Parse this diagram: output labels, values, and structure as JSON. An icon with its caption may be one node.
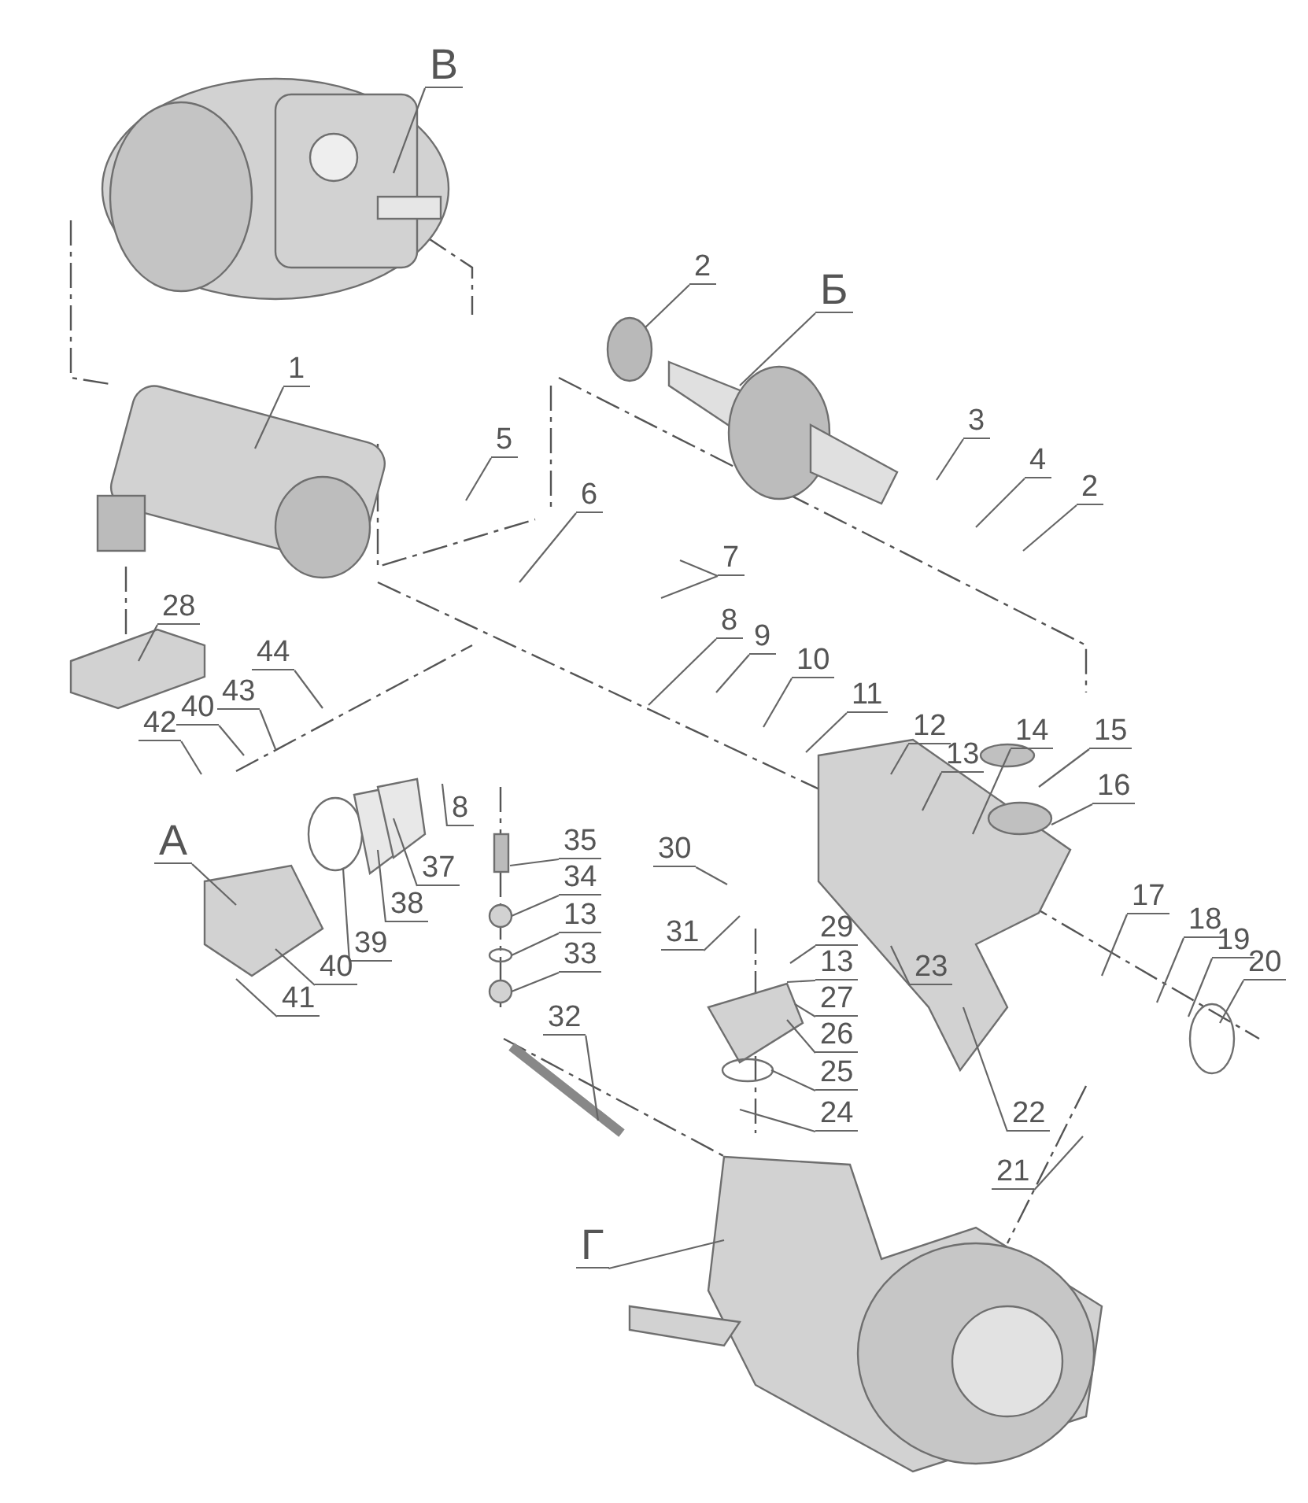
{
  "diagram": {
    "nodes": [
      {
        "text": [
          "В"
        ]
      },
      {
        "text": [
          "2"
        ]
      },
      {
        "text": [
          "Б"
        ]
      },
      {
        "text": [
          "1"
        ]
      },
      {
        "text": [
          "5"
        ]
      },
      {
        "text": [
          "6"
        ]
      },
      {
        "text": [
          "3"
        ]
      },
      {
        "text": [
          "4"
        ]
      },
      {
        "text": [
          "2"
        ]
      },
      {
        "text": [
          "7"
        ]
      },
      {
        "text": [
          "28"
        ]
      },
      {
        "text": [
          "8"
        ]
      },
      {
        "text": [
          "9"
        ]
      },
      {
        "text": [
          "10"
        ]
      },
      {
        "text": [
          "44"
        ]
      },
      {
        "text": [
          "43"
        ]
      },
      {
        "text": [
          "40"
        ]
      },
      {
        "text": [
          "42"
        ]
      },
      {
        "text": [
          "11"
        ]
      },
      {
        "text": [
          "12"
        ]
      },
      {
        "text": [
          "13"
        ]
      },
      {
        "text": [
          "14"
        ]
      },
      {
        "text": [
          "15"
        ]
      },
      {
        "text": [
          "16"
        ]
      },
      {
        "text": [
          "А"
        ]
      },
      {
        "text": [
          "30"
        ]
      },
      {
        "text": [
          "35"
        ]
      },
      {
        "text": [
          "8"
        ]
      },
      {
        "text": [
          "37"
        ]
      },
      {
        "text": [
          "38"
        ]
      },
      {
        "text": [
          "39"
        ]
      },
      {
        "text": [
          "40"
        ]
      },
      {
        "text": [
          "41"
        ]
      },
      {
        "text": [
          "34"
        ]
      },
      {
        "text": [
          "13"
        ]
      },
      {
        "text": [
          "33"
        ]
      },
      {
        "text": [
          "31"
        ]
      },
      {
        "text": [
          "29"
        ]
      },
      {
        "text": [
          "13"
        ]
      },
      {
        "text": [
          "27"
        ]
      },
      {
        "text": [
          "26"
        ]
      },
      {
        "text": [
          "25"
        ]
      },
      {
        "text": [
          "24"
        ]
      },
      {
        "text": [
          "23"
        ]
      },
      {
        "text": [
          "17"
        ]
      },
      {
        "text": [
          "18"
        ]
      },
      {
        "text": [
          "19"
        ]
      },
      {
        "text": [
          "20"
        ]
      },
      {
        "text": [
          "22"
        ]
      },
      {
        "text": [
          "21"
        ]
      },
      {
        "text": [
          "32"
        ]
      },
      {
        "text": [
          "Г"
        ]
      }
    ],
    "edges": [
      {
        "from": 0,
        "to": null,
        "arrow": "none"
      },
      {
        "from": 1,
        "to": null,
        "arrow": "none"
      },
      {
        "from": 2,
        "to": null,
        "arrow": "none"
      },
      {
        "from": 3,
        "to": null,
        "arrow": "none"
      },
      {
        "from": 4,
        "to": null,
        "arrow": "none"
      },
      {
        "from": 5,
        "to": null,
        "arrow": "none"
      },
      {
        "from": 6,
        "to": null,
        "arrow": "none"
      },
      {
        "from": 7,
        "to": null,
        "arrow": "none"
      },
      {
        "from": 8,
        "to": null,
        "arrow": "none"
      },
      {
        "from": 9,
        "to": null,
        "arrow": "none"
      },
      {
        "from": 9,
        "to": null,
        "arrow": "none"
      },
      {
        "from": 10,
        "to": null,
        "arrow": "none"
      },
      {
        "from": 11,
        "to": null,
        "arrow": "none"
      },
      {
        "from": 12,
        "to": null,
        "arrow": "none"
      },
      {
        "from": 13,
        "to": null,
        "arrow": "none"
      },
      {
        "from": 14,
        "to": null,
        "arrow": "none"
      },
      {
        "from": 15,
        "to": null,
        "arrow": "none"
      },
      {
        "from": 16,
        "to": null,
        "arrow": "none"
      },
      {
        "from": 17,
        "to": null,
        "arrow": "none"
      },
      {
        "from": 18,
        "to": null,
        "arrow": "none"
      },
      {
        "from": 19,
        "to": null,
        "arrow": "none"
      },
      {
        "from": 20,
        "to": null,
        "arrow": "none"
      },
      {
        "from": 21,
        "to": null,
        "arrow": "none"
      },
      {
        "from": 22,
        "to": null,
        "arrow": "none"
      },
      {
        "from": 23,
        "to": null,
        "arrow": "none"
      },
      {
        "from": 24,
        "to": null,
        "arrow": "none"
      },
      {
        "from": 25,
        "to": null,
        "arrow": "none"
      },
      {
        "from": 26,
        "to": null,
        "arrow": "none"
      },
      {
        "from": 27,
        "to": null,
        "arrow": "none"
      },
      {
        "from": 28,
        "to": null,
        "arrow": "none"
      },
      {
        "from": 29,
        "to": null,
        "arrow": "none"
      },
      {
        "from": 30,
        "to": null,
        "arrow": "none"
      },
      {
        "from": 31,
        "to": null,
        "arrow": "none"
      },
      {
        "from": 32,
        "to": null,
        "arrow": "none"
      },
      {
        "from": 33,
        "to": null,
        "arrow": "none"
      },
      {
        "from": 34,
        "to": null,
        "arrow": "none"
      },
      {
        "from": 35,
        "to": null,
        "arrow": "none"
      },
      {
        "from": 36,
        "to": null,
        "arrow": "none"
      },
      {
        "from": 37,
        "to": null,
        "arrow": "none"
      },
      {
        "from": 38,
        "to": null,
        "arrow": "none"
      },
      {
        "from": 39,
        "to": null,
        "arrow": "none"
      },
      {
        "from": 40,
        "to": null,
        "arrow": "none"
      },
      {
        "from": 41,
        "to": null,
        "arrow": "none"
      },
      {
        "from": 42,
        "to": null,
        "arrow": "none"
      },
      {
        "from": 43,
        "to": null,
        "arrow": "none"
      },
      {
        "from": 44,
        "to": null,
        "arrow": "none"
      },
      {
        "from": 45,
        "to": null,
        "arrow": "none"
      },
      {
        "from": 46,
        "to": null,
        "arrow": "none"
      },
      {
        "from": 47,
        "to": null,
        "arrow": "none"
      },
      {
        "from": 48,
        "to": null,
        "arrow": "none"
      },
      {
        "from": 49,
        "to": null,
        "arrow": "none"
      },
      {
        "from": 50,
        "to": null,
        "arrow": "none"
      },
      {
        "from": 51,
        "to": null,
        "arrow": "none"
      }
    ]
  }
}
